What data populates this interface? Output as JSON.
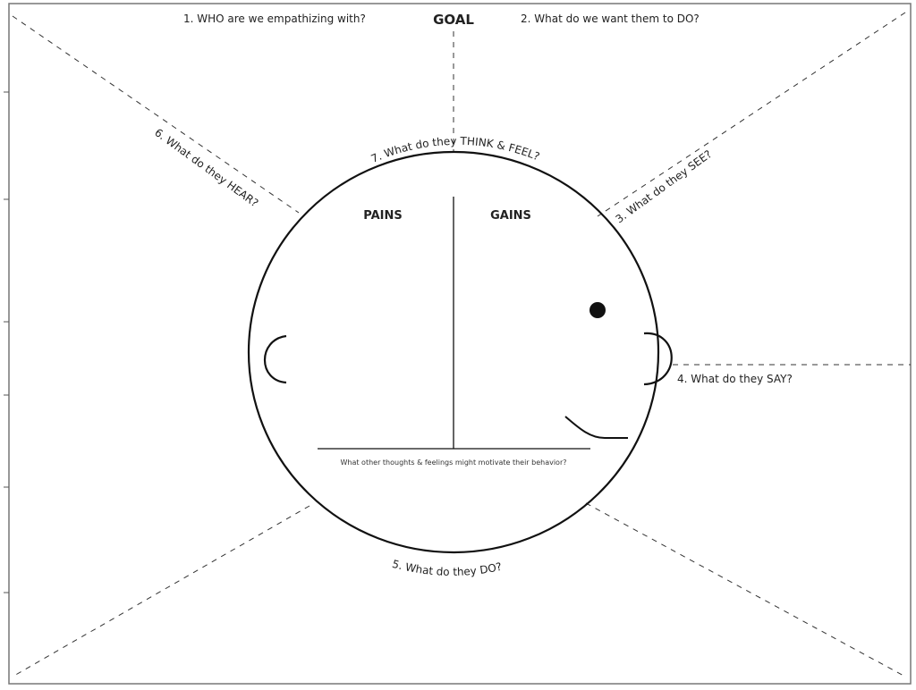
{
  "map": {
    "who": "1. WHO are we empathizing with?",
    "goal": "GOAL",
    "do_goal": "2. What do we want them to DO?",
    "see": "3. What do they SEE?",
    "say": "4. What do they SAY?",
    "do": "5. What do they DO?",
    "hear": "6. What do they HEAR?",
    "think_feel": "7. What do they THINK & FEEL?",
    "pains": "PAINS",
    "gains": "GAINS",
    "motivation": "What other thoughts & feelings might motivate their behavior?"
  }
}
